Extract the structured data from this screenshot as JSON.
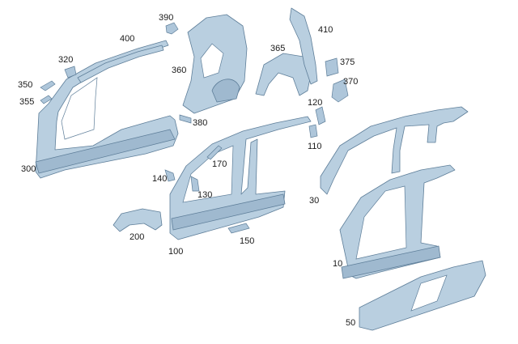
{
  "labels": {
    "p390": "390",
    "p400": "400",
    "p320": "320",
    "p350": "350",
    "p355": "355",
    "p300": "300",
    "p360": "360",
    "p380": "380",
    "p365": "365",
    "p410": "410",
    "p375": "375",
    "p370": "370",
    "p120": "120",
    "p110": "110",
    "p170": "170",
    "p140": "140",
    "p130": "130",
    "p200": "200",
    "p150": "150",
    "p100": "100",
    "p30": "30",
    "p10": "10",
    "p50": "50"
  },
  "colors": {
    "part_fill": "#b9cfe0",
    "part_stroke": "#5e7e99",
    "label": "#1a1a1a"
  }
}
